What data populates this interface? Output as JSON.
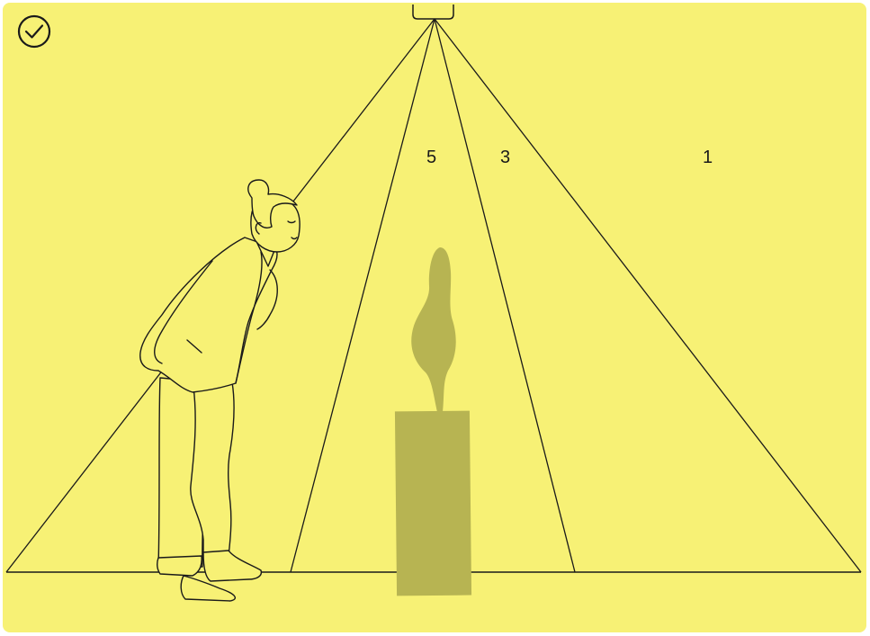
{
  "status": {
    "icon": "check-circle-icon"
  },
  "diagram": {
    "zones": [
      {
        "id": "inner",
        "label": "5"
      },
      {
        "id": "middle",
        "label": "3"
      },
      {
        "id": "outer",
        "label": "1"
      }
    ]
  },
  "colors": {
    "background": "#f7f175",
    "line": "#1a1a1a",
    "object": "#b7b452"
  },
  "icons": {
    "sensor": "ceiling-sensor-icon",
    "person": "person-leaning-icon",
    "plant": "potted-plant-icon"
  }
}
